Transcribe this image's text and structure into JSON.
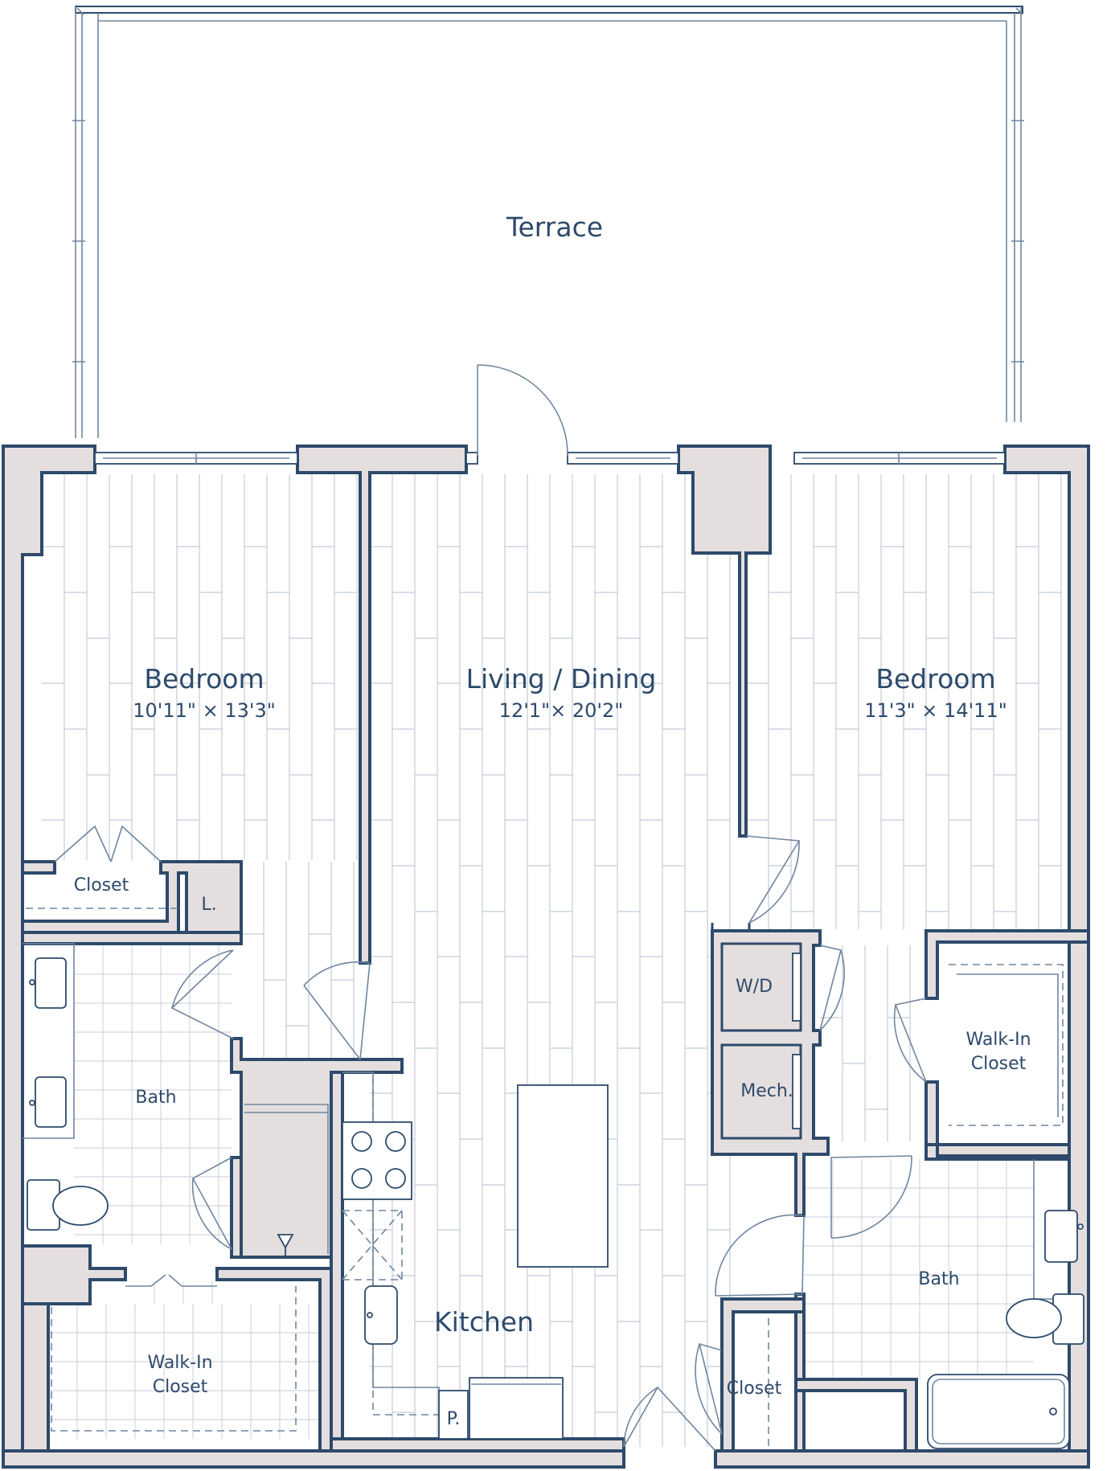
{
  "rooms": {
    "terrace": {
      "name": "Terrace"
    },
    "bedroom_left": {
      "name": "Bedroom",
      "dimensions": "10'11\" × 13'3\""
    },
    "living_dining": {
      "name": "Living / Dining",
      "dimensions": "12'1\"× 20'2\""
    },
    "bedroom_right": {
      "name": "Bedroom",
      "dimensions": "11'3\" × 14'11\""
    },
    "closet_left": {
      "name": "Closet"
    },
    "linen": {
      "name": "L."
    },
    "bath_left": {
      "name": "Bath"
    },
    "walkin_left": {
      "name_line1": "Walk-In",
      "name_line2": "Closet"
    },
    "kitchen": {
      "name": "Kitchen"
    },
    "pantry": {
      "name": "P."
    },
    "washer_dryer": {
      "name": "W/D"
    },
    "mechanical": {
      "name": "Mech."
    },
    "walkin_right": {
      "name_line1": "Walk-In",
      "name_line2": "Closet"
    },
    "bath_right": {
      "name": "Bath"
    },
    "closet_right": {
      "name": "Closet"
    }
  },
  "colors": {
    "wall_fill": "#e4dfde",
    "wall_stroke": "#2d4a6b",
    "label": "#2d4a6b",
    "floor_lines": "#c4ccd6"
  }
}
